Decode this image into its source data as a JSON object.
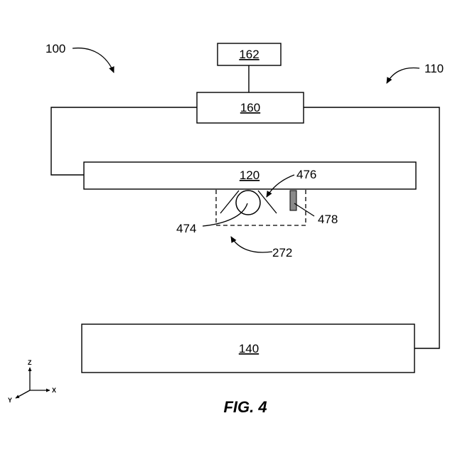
{
  "figure": {
    "caption": "FIG. 4"
  },
  "components": {
    "box_162": "162",
    "box_160": "160",
    "box_120": "120",
    "box_140": "140"
  },
  "reference_labels": {
    "system": "100",
    "loop": "110",
    "optics_assembly": "272",
    "lens": "474",
    "reflector": "476",
    "sensor": "478"
  },
  "axes": {
    "z": "Z",
    "x": "X",
    "y": "Y"
  },
  "colors": {
    "line": "#000000",
    "background": "#ffffff",
    "sensor_fill": "#8a8a8a"
  }
}
